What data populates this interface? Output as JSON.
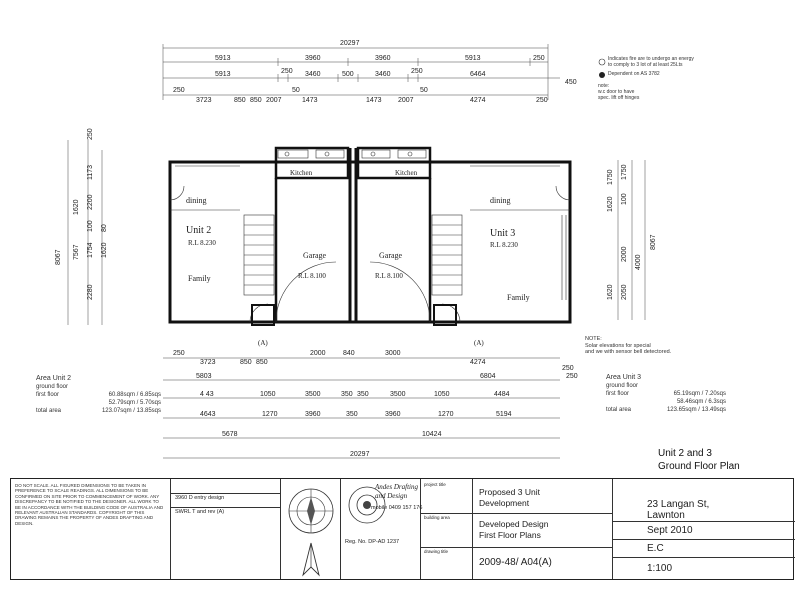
{
  "drawing": {
    "top_overall": "20297",
    "top_row1": [
      "5913",
      "3960",
      "3960",
      "5913",
      "250"
    ],
    "top_row2_left": "5913",
    "top_row2_mid": [
      "250",
      "3460",
      "500",
      "3460",
      "250"
    ],
    "top_row2_right": "6464",
    "top_row2_end": "450",
    "top_row3": [
      "250",
      "3723",
      "850",
      "850",
      "2007",
      "50",
      "1473",
      "1473",
      "2007",
      "50",
      "4274"
    ],
    "top_row3_end": "250",
    "left_dims": [
      "250",
      "1173",
      "1620",
      "100",
      "2200",
      "80",
      "1754",
      "1620",
      "7567",
      "8067",
      "2280"
    ],
    "right_dims": [
      "1750",
      "1750",
      "1620",
      "100",
      "8067",
      "2000",
      "4000",
      "2050",
      "1620"
    ],
    "bottom_row1": [
      "250",
      "3723",
      "850",
      "850",
      "2000",
      "840",
      "3000",
      "4274"
    ],
    "bottom_row1_end": "250",
    "bottom_row2_left": "5803",
    "bottom_row2_right": "6804",
    "bottom_row2_end": "250",
    "bottom_row3": [
      "4 43",
      "1050",
      "3500",
      "350",
      "350",
      "3500",
      "1050",
      "4484"
    ],
    "bottom_row4": [
      "4643",
      "1270",
      "3960",
      "350",
      "3960",
      "1270",
      "5194"
    ],
    "bottom_row5_left": "5678",
    "bottom_row5_right": "10424",
    "bottom_overall": "20297",
    "rooms": {
      "unit2_name": "Unit 2",
      "unit2_rl": "R.L 8.230",
      "unit3_name": "Unit 3",
      "unit3_rl": "R.L 8.230",
      "dining_left": "dining",
      "dining_right": "dining",
      "kitchen_left": "Kitchen",
      "kitchen_right": "Kitchen",
      "garage_left": "Garage",
      "garage_right": "Garage",
      "garage_left_rl": "R.L 8.100",
      "garage_right_rl": "R.L 8.100",
      "family_left": "Family",
      "family_right": "Family",
      "marker_a": "(A)"
    }
  },
  "top_notes": {
    "line1": "Indicates fire are to undergo an energy",
    "line2": "to comply to 3 lot of at least 25Lts",
    "line3": "Dependent on AS 3782",
    "note_label": "note:",
    "note1": "w.c door to have",
    "note2": "spec. lift off hinges"
  },
  "side_note": {
    "label": "NOTE:",
    "line1": "Solar elevations for special",
    "line2": "and we with sensor bell detectored."
  },
  "area_unit2": {
    "title": "Area Unit 2",
    "sub": "ground floor",
    "row1_label": "first floor",
    "row1_value": "60.88sqm / 6.85sqs",
    "row2_label": "",
    "row2_value": "52.79sqm / 5.70sqs",
    "row3_label": "total area",
    "row3_value": "123.07sqm / 13.85sqs"
  },
  "area_unit3": {
    "title": "Area Unit 3",
    "sub": "ground floor",
    "row1_label": "first floor",
    "row1_value": "65.19sqm / 7.20sqs",
    "row2_label": "",
    "row2_value": "58.46sqm / 6.3sqs",
    "row3_label": "total area",
    "row3_value": "123.65sqm / 13.49sqs"
  },
  "plan_title": {
    "line1": "Unit 2 and 3",
    "line2": "Ground Floor Plan"
  },
  "title_block": {
    "notes": "DO NOT SCALE. ALL FIGURED DIMENSIONS TO BE TAKEN IN PREFERENCE TO SCALE READINGS. ALL DIMENSIONS TO BE CONFIRMED ON SITE PRIOR TO COMMENCEMENT OF WORK. ANY DISCREPANCY TO BE NOTIFIED TO THE DESIGNER. ALL WORK TO BE IN ACCORDANCE WITH THE BUILDING CODE OF AUSTRALIA AND RELEVANT AUSTRALIAN STANDARDS. COPYRIGHT OF THIS DRAWING REMAINS THE PROPERTY OF ANDES DRAFTING AND DESIGN.",
    "rev1": "3960  D entry design",
    "rev2": "SWRL T and rev (A)",
    "company_line1": "Andes Drafting",
    "company_line2": "and Design",
    "phone": "mobile 0409 157 176",
    "reg": "Reg. No. DP-AD 1237",
    "project_label": "project title",
    "project1": "Proposed 3 Unit",
    "project2": "Development",
    "building_label": "building area",
    "drawing_label": "drawing title",
    "drawing1": "Developed Design",
    "drawing2": "First Floor Plans",
    "drawing_no": "2009-48/ A04(A)",
    "address1": "23 Langan St,",
    "address2": "Lawnton",
    "date": "Sept 2010",
    "drawn": "E.C",
    "scale": "1:100"
  }
}
